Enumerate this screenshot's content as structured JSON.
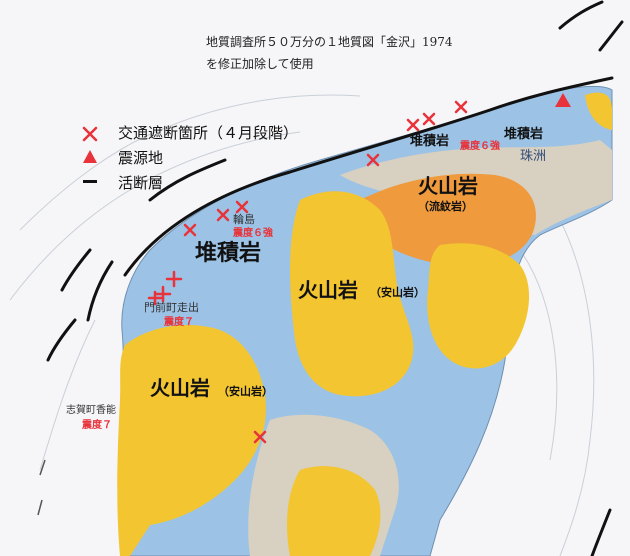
{
  "source_note": {
    "line1": "地質調査所５０万分の１地質図「金沢」1974",
    "line2": "を修正加除して使用"
  },
  "legend": {
    "items": [
      {
        "symbol": "✕",
        "label": "交通遮断箇所（４月段階）"
      },
      {
        "symbol": "▲",
        "label": "震源地"
      },
      {
        "symbol": "—",
        "label": "活断層"
      }
    ]
  },
  "rock_labels": {
    "sediment_main": "堆積岩",
    "sediment_ne1": "堆積岩",
    "sediment_ne2": "堆積岩",
    "volcanic_center": "火山岩",
    "volcanic_center_sub": "（安山岩）",
    "volcanic_ne": "火山岩",
    "volcanic_ne_sub": "（流紋岩）",
    "volcanic_sw": "火山岩",
    "volcanic_sw_sub": "（安山岩）"
  },
  "places": {
    "wajima": "輪島",
    "wajima_int": "震度６強",
    "suzu": "珠洲",
    "suzu_int": "震度６強",
    "monzen": "門前町走出",
    "monzen_int": "震度７",
    "shika": "志賀町香能",
    "shika_int": "震度７"
  },
  "colors": {
    "sea": "#f6f6f8",
    "sedimentary": "#9cc3e6",
    "andesite": "#f2c531",
    "rhyolite": "#ef9a3c",
    "older": "#d8d0c0",
    "marker": "#e8333a",
    "fault": "#111111"
  }
}
